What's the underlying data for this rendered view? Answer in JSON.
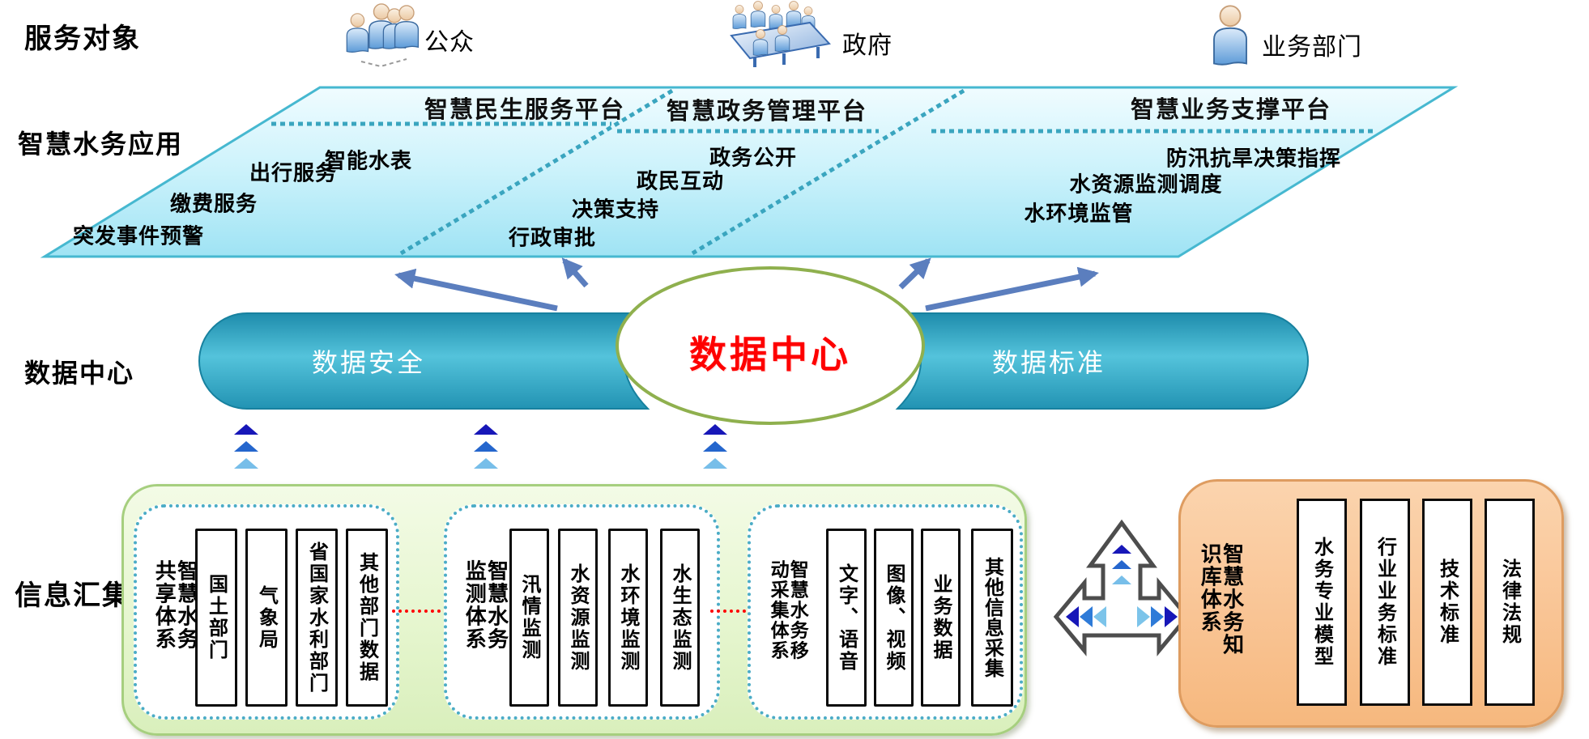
{
  "row_labels": {
    "service_objects": "服务对象",
    "applications": "智慧水务应用",
    "data_center": "数据中心",
    "info_collection": "信息汇集"
  },
  "service_objects": [
    {
      "label": "公众",
      "icon": "people-group-icon"
    },
    {
      "label": "政府",
      "icon": "meeting-table-icon"
    },
    {
      "label": "业务部门",
      "icon": "person-icon"
    }
  ],
  "platforms": [
    {
      "title": "智慧民生服务平台",
      "items": [
        "智能水表",
        "出行服务",
        "缴费服务",
        "突发事件预警"
      ]
    },
    {
      "title": "智慧政务管理平台",
      "items": [
        "政务公开",
        "政民互动",
        "决策支持",
        "行政审批"
      ]
    },
    {
      "title": "智慧业务支撑平台",
      "items": [
        "防汛抗旱决策指挥",
        "水资源监测调度",
        "水环境监管"
      ]
    }
  ],
  "data_center": {
    "title": "数据中心",
    "left_pill": "数据安全",
    "right_pill": "数据标准"
  },
  "info_collection": {
    "groups": [
      {
        "title": "智慧水务共享体系",
        "items": [
          "国土部门",
          "气象局",
          "省国家水利部门",
          "其他部门数据"
        ]
      },
      {
        "title": "智慧水务监测体系",
        "items": [
          "汛情监测",
          "水资源监测",
          "水环境监测",
          "水生态监测"
        ]
      },
      {
        "title": "智慧水务移动采集体系",
        "items": [
          "文字、语音",
          "图像、视频",
          "业务数据",
          "其他信息采集"
        ]
      }
    ],
    "knowledge_base": {
      "title": "智慧水务知识库体系",
      "items": [
        "水务专业模型",
        "行业业务标准",
        "技术标准",
        "法律法规"
      ]
    }
  },
  "colors": {
    "parallelogram_border": "#46B8D0",
    "parallelogram_fill_top": "#EFFBFF",
    "parallelogram_fill_bottom": "#9FE3F4",
    "teal_pill": "#2E9FBE",
    "ellipse_border": "#8FB04E",
    "center_text_red": "#FE0000",
    "arrow_blue": "#5B7EBE",
    "green_box_border": "#A6CF7F",
    "orange_box_border": "#DE9C60",
    "dotted_box_border": "#4BACC6",
    "connector_red": "#FE0000",
    "triangle_dark": "#1717B8",
    "triangle_mid": "#2566CD",
    "triangle_light": "#77BEE9"
  }
}
